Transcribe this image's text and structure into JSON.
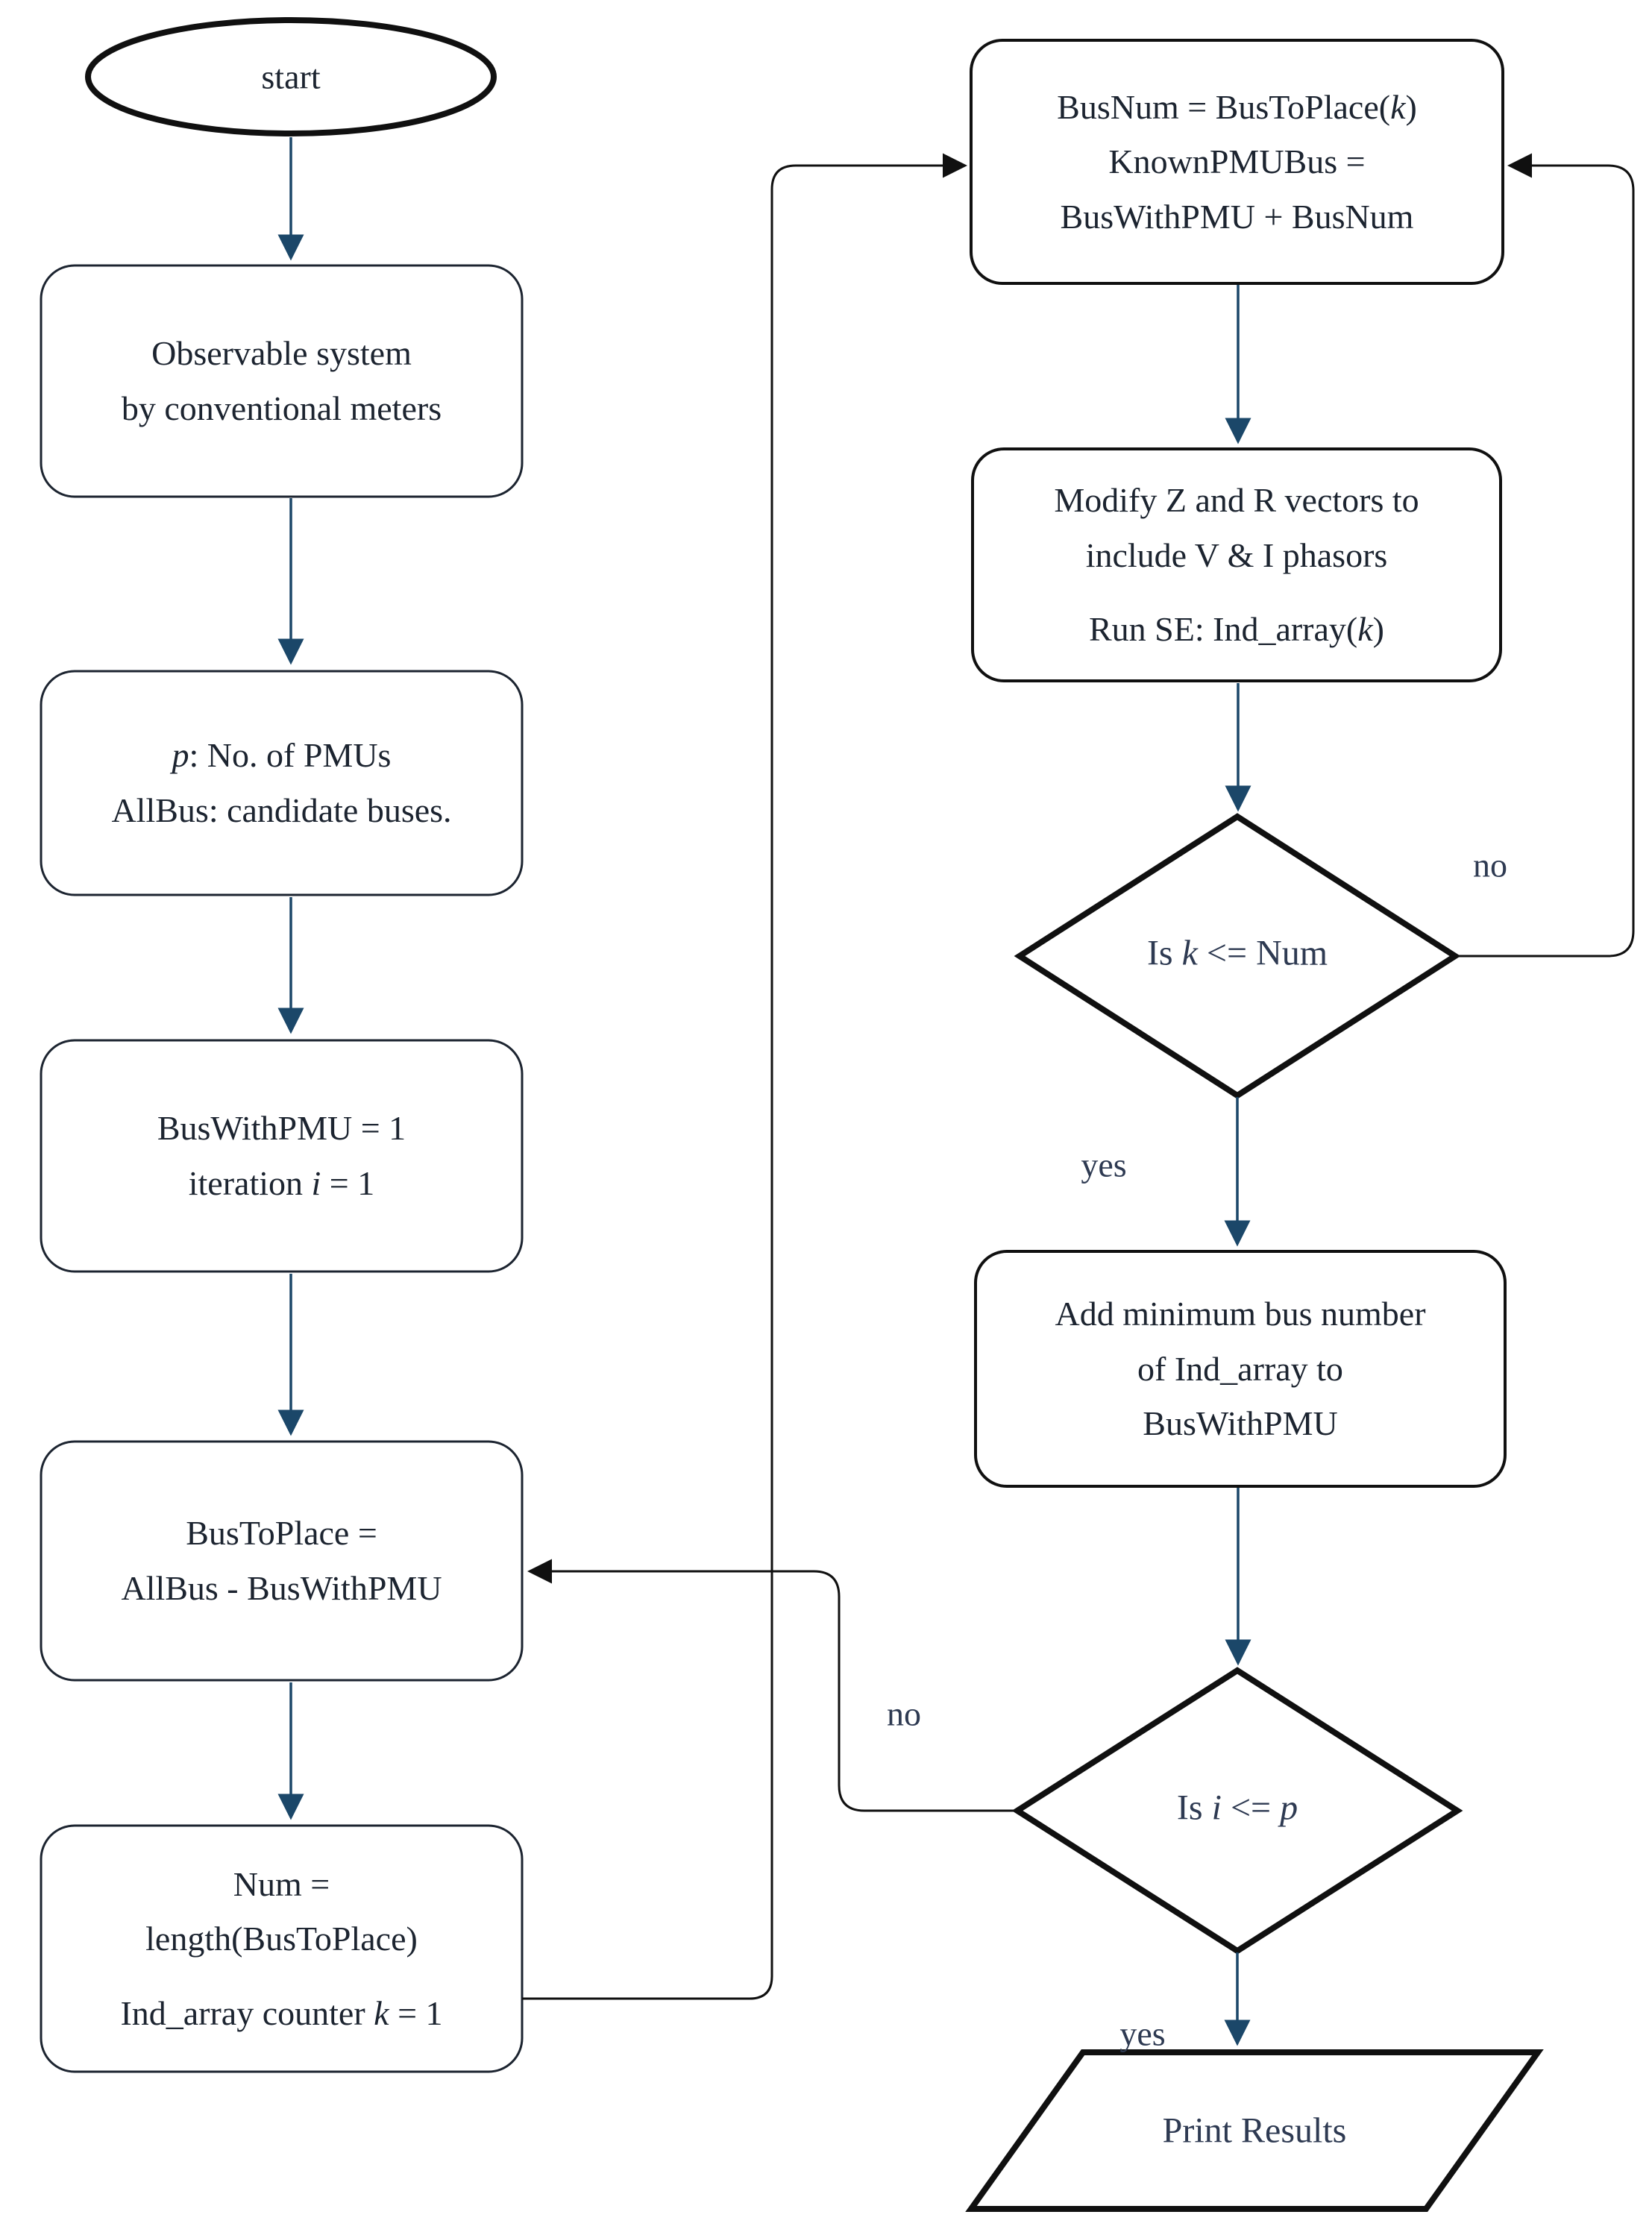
{
  "palette": {
    "bg": "#ffffff",
    "arrow": "#1b4769",
    "line": "#101010",
    "boxline": "#1c2430",
    "text": "#1c2430",
    "label": "#2e3a52"
  },
  "nodes": {
    "start": {
      "label": "start"
    },
    "observable": {
      "lines": [
        "Observable system",
        "by conventional meters"
      ]
    },
    "inputs": {
      "line0": [
        [
          "i",
          "p"
        ],
        [
          "n",
          ": No. of PMUs"
        ]
      ],
      "line1": "AllBus: candidate buses."
    },
    "init": {
      "line0": "BusWithPMU = 1",
      "line1": [
        [
          "n",
          "iteration "
        ],
        [
          "i",
          "i"
        ],
        [
          "n",
          " = 1"
        ]
      ]
    },
    "bustoplace": {
      "lines": [
        "BusToPlace =",
        "AllBus - BusWithPMU"
      ]
    },
    "num": {
      "line0": "Num =",
      "line1": "length(BusToPlace)",
      "line2": [
        [
          "n",
          "Ind_array counter "
        ],
        [
          "i",
          "k"
        ],
        [
          "n",
          " = 1"
        ]
      ]
    },
    "busnum": {
      "line0": [
        [
          "n",
          "BusNum = BusToPlace("
        ],
        [
          "i",
          "k"
        ],
        [
          "n",
          ")"
        ]
      ],
      "line1": "KnownPMUBus =",
      "line2": "BusWithPMU + BusNum"
    },
    "modify": {
      "line0": "Modify Z and R vectors to",
      "line1": "include V & I phasors",
      "line2": [
        [
          "n",
          "Run SE: Ind_array("
        ],
        [
          "i",
          "k"
        ],
        [
          "n",
          ")"
        ]
      ]
    },
    "decision_k": {
      "line0": [
        [
          "n",
          "Is "
        ],
        [
          "i",
          "k"
        ],
        [
          "n",
          " <= Num"
        ]
      ]
    },
    "add": {
      "lines": [
        "Add minimum bus number",
        "of Ind_array to",
        "BusWithPMU"
      ]
    },
    "decision_i": {
      "line0": [
        [
          "n",
          "Is "
        ],
        [
          "i",
          "i"
        ],
        [
          "n",
          " <= "
        ],
        [
          "i",
          "p"
        ]
      ]
    },
    "print": {
      "label": "Print Results"
    }
  },
  "edges": {
    "decision_k_yes": "yes",
    "decision_k_no": "no",
    "decision_i_yes": "yes",
    "decision_i_no": "no"
  }
}
